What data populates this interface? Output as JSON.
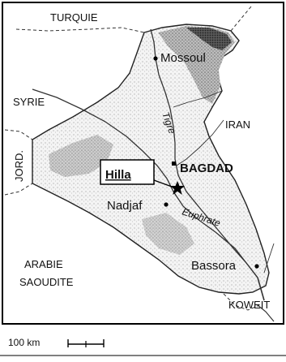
{
  "countries": {
    "turkey": "TURQUIE",
    "syria": "SYRIE",
    "iran": "IRAN",
    "jordan": "JORD.",
    "saudi_line1": "ARABIE",
    "saudi_line2": "SAOUDITE",
    "kuwait": "KOWEIT"
  },
  "cities": {
    "capital": "BAGDAD",
    "mosul": "Mossoul",
    "najaf": "Nadjaf",
    "basra": "Bassora",
    "highlight": "Hilla"
  },
  "rivers": {
    "tigris": "Tigre",
    "euphrates": "Euphrate"
  },
  "scale": {
    "label": "100 km"
  }
}
